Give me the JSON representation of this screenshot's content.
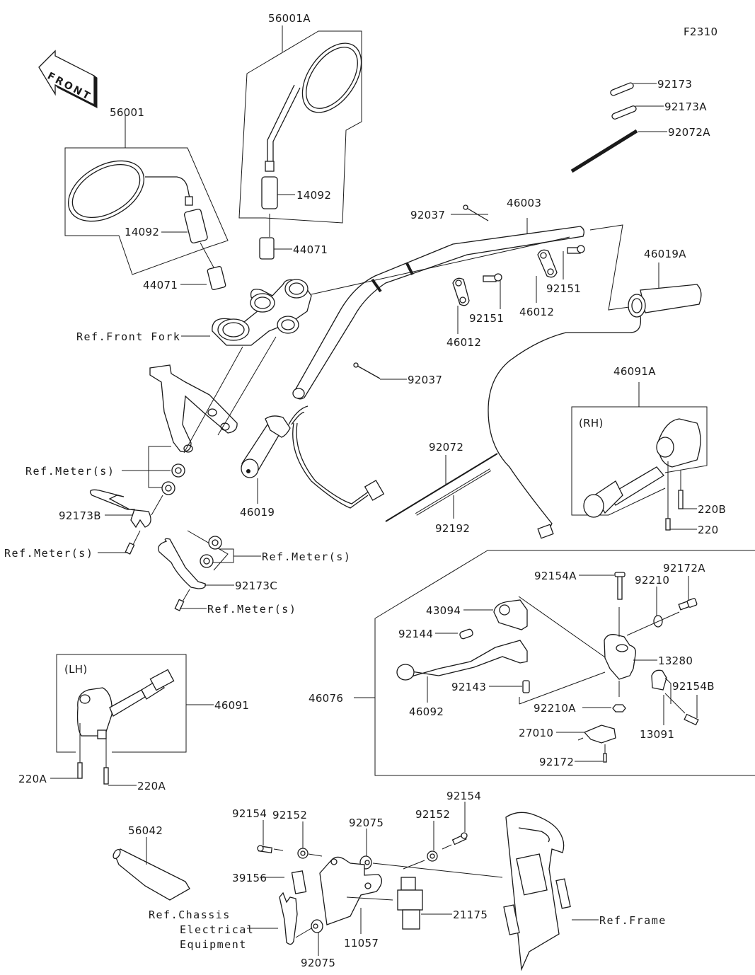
{
  "diagram": {
    "figure_code": "F2310",
    "front_arrow_label": "FRONT",
    "callouts": {
      "mirror_lh_assy": "56001",
      "mirror_rh_assy": "56001A",
      "mirror_cap_lh": "14092",
      "mirror_cap_rh": "14092",
      "mirror_adapter_lh": "44071",
      "mirror_adapter_rh": "44071",
      "ref_front_fork": "Ref.Front Fork",
      "handlebar": "46003",
      "cable_holder_top": "92037",
      "cable_holder_mid": "92037",
      "holder_upper_left": "46012",
      "holder_upper_right": "46012",
      "bolt_left": "92151",
      "bolt_right": "92151",
      "band_92173": "92173",
      "band_92173a": "92173A",
      "band_92072a": "92072A",
      "throttle_grip": "46019A",
      "left_grip": "46019",
      "rh_switch_assy": "46091A",
      "rh_tag": "(RH)",
      "screw_220b": "220B",
      "screw_220": "220",
      "band_92072": "92072",
      "tube_92192": "92192",
      "ref_meter_1": "Ref.Meter(s)",
      "clamp_92173b": "92173B",
      "ref_meter_2": "Ref.Meter(s)",
      "ref_meter_3": "Ref.Meter(s)",
      "clamp_92173c": "92173C",
      "ref_meter_4": "Ref.Meter(s)",
      "lh_tag": "(LH)",
      "lh_switch_assy": "46091",
      "screw_220a_1": "220A",
      "screw_220a_2": "220A",
      "lever_assy": "46076",
      "bolt_92154a": "92154A",
      "washer_92210": "92210",
      "bolt_92172a": "92172A",
      "adjuster_43094": "43094",
      "spring_92144": "92144",
      "lever_46092": "46092",
      "collar_92143": "92143",
      "holder_13280": "13280",
      "nut_92210a": "92210A",
      "bolt_92154b": "92154B",
      "clamp_13091": "13091",
      "switch_27010": "27010",
      "screw_92172": "92172",
      "grease_56042": "56042",
      "ref_chassis_1": "Ref.Chassis",
      "ref_chassis_2": "Electrical",
      "ref_chassis_3": "Equipment",
      "bolt_92154_left": "92154",
      "collar_92152_left": "92152",
      "damper_92075_top": "92075",
      "pad_39156": "39156",
      "bracket_11057": "11057",
      "damper_92075_bottom": "92075",
      "collar_92152_right": "92152",
      "bolt_92154_right": "92154",
      "relay_21175": "21175",
      "ref_frame": "Ref.Frame"
    }
  }
}
